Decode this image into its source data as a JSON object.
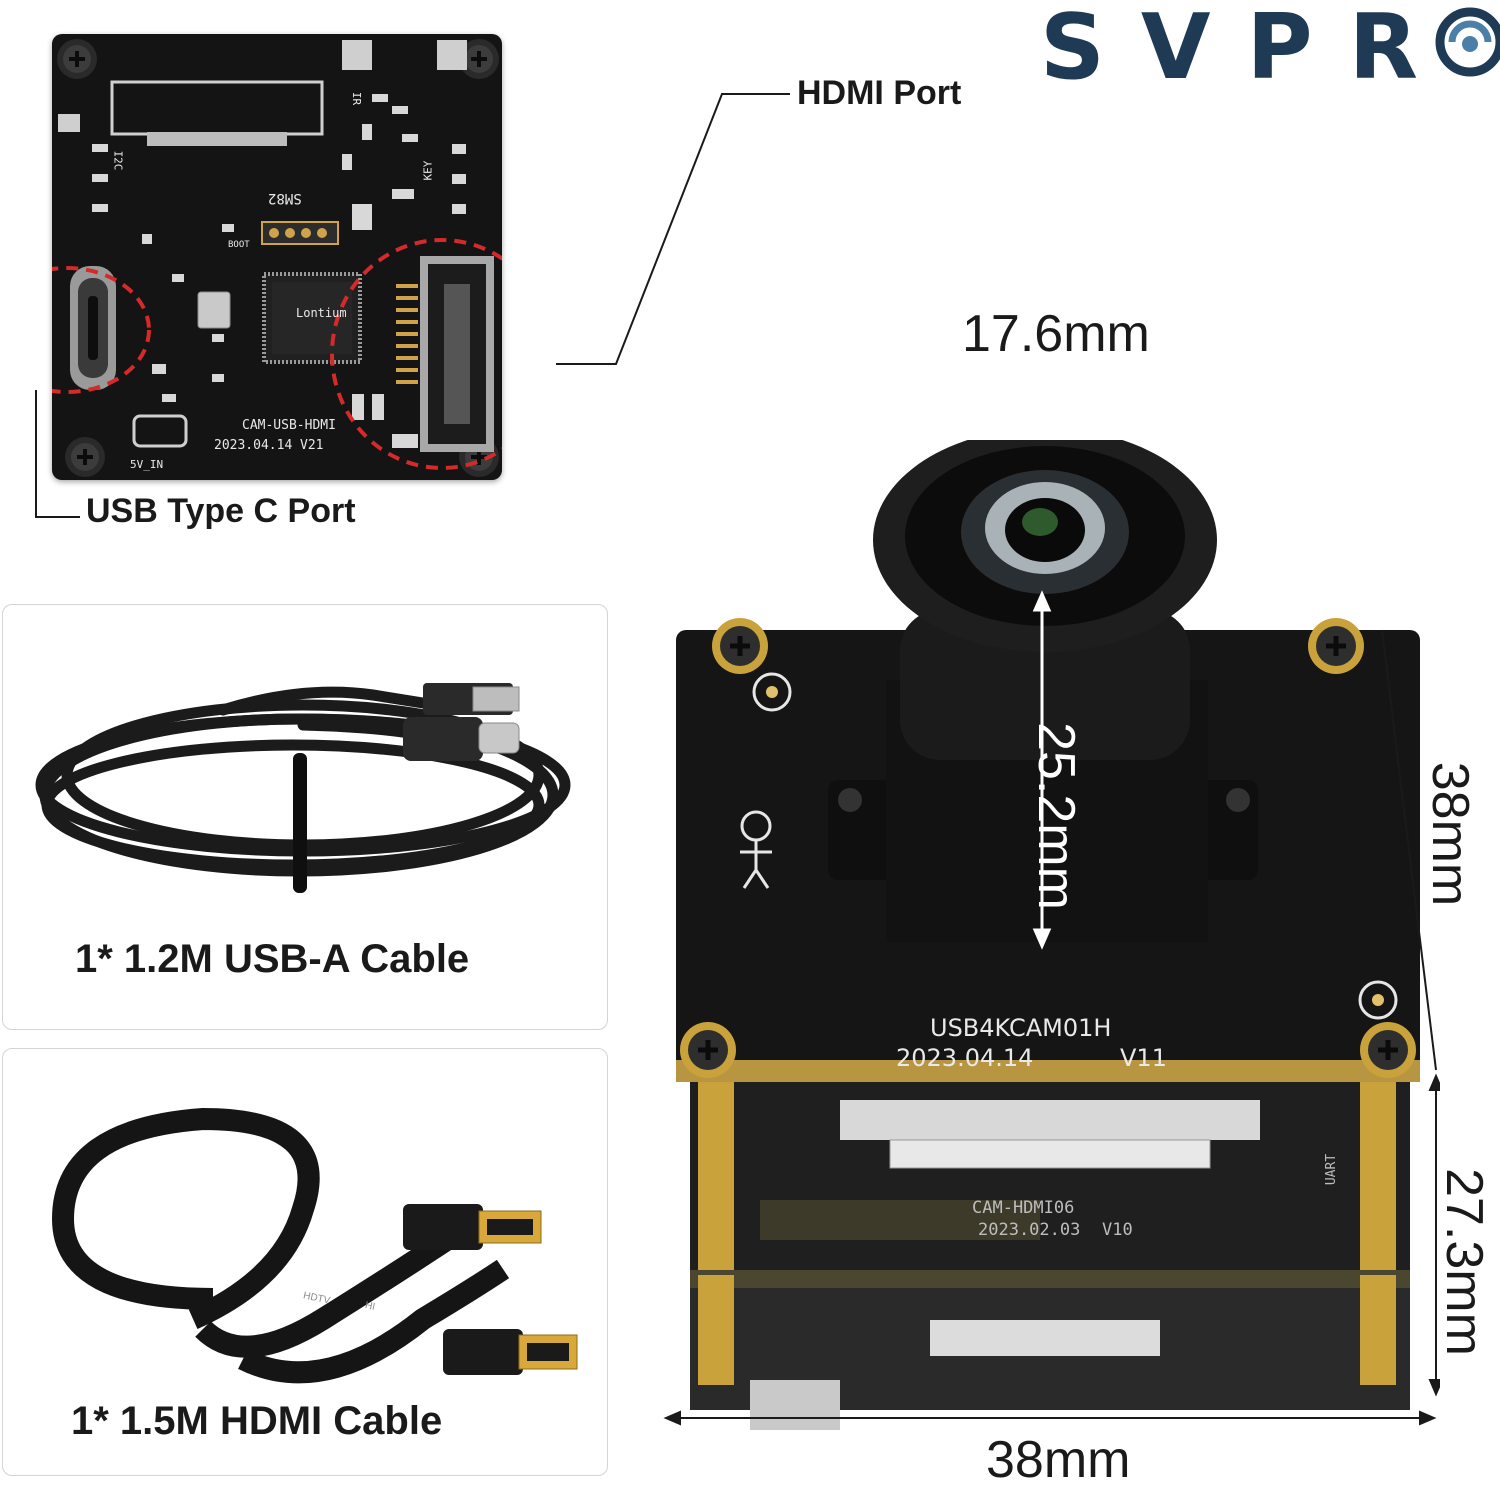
{
  "brand": {
    "logo_text": "SVPRO",
    "color": "#1f3a55"
  },
  "top_board": {
    "hdmi_label": "HDMI Port",
    "usb_label": "USB Type C Port",
    "silk_chip": "Lontium",
    "silk_name": "CAM-USB-HDMI",
    "silk_date": "2023.04.14",
    "silk_ver": "V21",
    "silk_5v": "5V_IN",
    "silk_boot": "BOOT",
    "silk_key": "KEY",
    "silk_ir": "IR",
    "silk_i2c": "I2C",
    "silk_sm": "SM82",
    "highlight_color": "#d42a2a"
  },
  "accessories": [
    {
      "caption": "1* 1.2M USB-A Cable",
      "icon": "usb-cable-coil"
    },
    {
      "caption": "1* 1.5M HDMI Cable",
      "icon": "hdmi-flat-cable"
    }
  ],
  "hdmi_cable_print": {
    "text1": "HDTV",
    "text2": "HI"
  },
  "camera_module": {
    "lens_width": "17.6mm",
    "lens_height": "25.2mm",
    "board_height": "38mm",
    "stack_height": "27.3mm",
    "board_width": "38mm",
    "silk_model": "USB4KCAM01H",
    "silk_date": "2023.04.14",
    "silk_ver": "V11",
    "mid_board_name": "CAM-HDMI06",
    "mid_board_date": "2023.02.03",
    "mid_board_ver": "V10",
    "mid_board_uart": "UART",
    "standoff_color": "#c9a23c"
  }
}
